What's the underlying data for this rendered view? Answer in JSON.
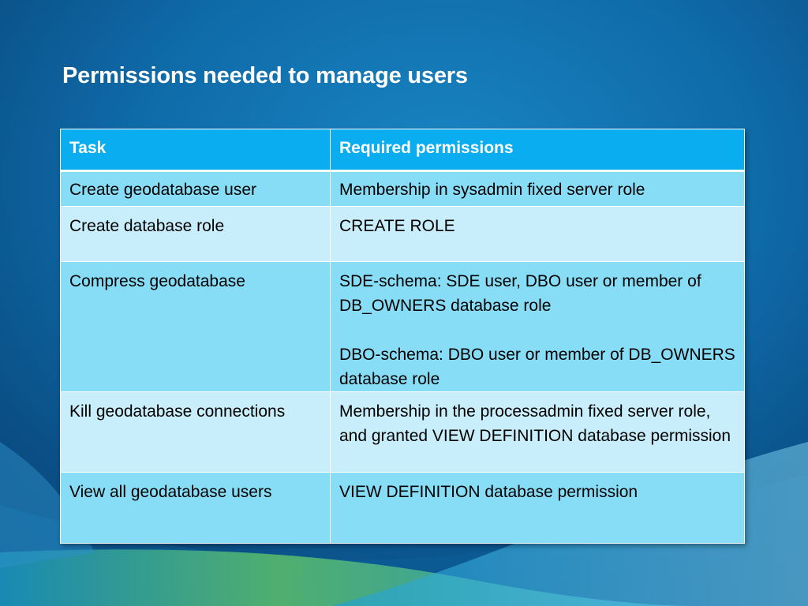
{
  "slide": {
    "title": "Permissions needed to manage users"
  },
  "table": {
    "headers": {
      "task": "Task",
      "permissions": "Required permissions"
    },
    "rows": [
      {
        "task": "Create geodatabase user",
        "permissions": [
          "Membership in sysadmin fixed server role"
        ]
      },
      {
        "task": "Create database role",
        "permissions": [
          "CREATE ROLE"
        ]
      },
      {
        "task": "Compress geodatabase",
        "permissions": [
          "SDE-schema: SDE user, DBO user or member of DB_OWNERS database role",
          "DBO-schema: DBO user or member of DB_OWNERS database role"
        ]
      },
      {
        "task": "Kill geodatabase connections",
        "permissions": [
          "Membership in the processadmin fixed server role, and granted VIEW DEFINITION database permission"
        ]
      },
      {
        "task": "View all geodatabase users",
        "permissions": [
          "VIEW DEFINITION database permission"
        ]
      }
    ]
  },
  "colors": {
    "header": "#0aaef0",
    "row_odd": "#88ddf6",
    "row_even": "#c9eefb",
    "background": "#0f6aa8"
  }
}
